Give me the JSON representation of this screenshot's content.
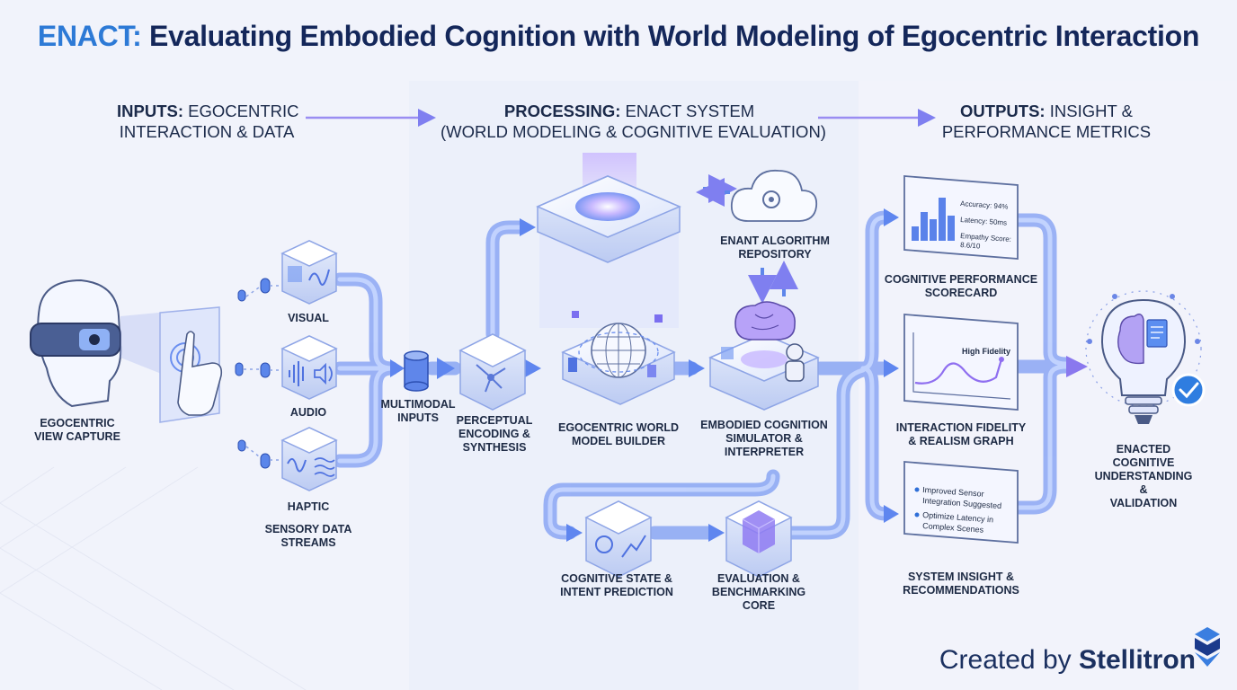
{
  "title": {
    "accent": "ENACT:",
    "main": "Evaluating Embodied Cognition with World Modeling of Egocentric Interaction"
  },
  "columns": {
    "inputs": {
      "bold": "INPUTS:",
      "line1": "EGOCENTRIC",
      "line2": "INTERACTION & DATA"
    },
    "processing": {
      "bold": "PROCESSING:",
      "line1": "ENACT SYSTEM",
      "line2": "(WORLD MODELING & COGNITIVE EVALUATION)"
    },
    "outputs": {
      "bold": "OUTPUTS:",
      "line1": "INSIGHT &",
      "line2": "PERFORMANCE METRICS"
    }
  },
  "nodes": {
    "egocentric_capture": "EGOCENTRIC\nVIEW CAPTURE",
    "visual": "VISUAL",
    "audio": "AUDIO",
    "haptic": "HAPTIC",
    "sensory_streams": "SENSORY DATA\nSTREAMS",
    "multimodal_inputs": "MULTIMODAL\nINPUTS",
    "perceptual_encoding": "PERCEPTUAL\nENCODING &\nSYNTHESIS",
    "world_model_builder": "EGOCENTRIC WORLD\nMODEL BUILDER",
    "algorithm_repository": "ENANT ALGORITHM\nREPOSITORY",
    "cognition_simulator": "EMBODIED COGNITION\nSIMULATOR &\nINTERPRETER",
    "cognitive_state": "COGNITIVE STATE &\nINTENT PREDICTION",
    "evaluation_core": "EVALUATION &\nBENCHMARKING\nCORE",
    "performance_scorecard": "COGNITIVE PERFORMANCE\nSCORECARD",
    "fidelity_graph": "INTERACTION FIDELITY\n& REALISM GRAPH",
    "system_insight": "SYSTEM INSIGHT &\nRECOMMENDATIONS",
    "enacted_understanding": "ENACTED COGNITIVE\nUNDERSTANDING &\nVALIDATION"
  },
  "scorecard": {
    "accuracy": "Accuracy: 94%",
    "latency": "Latency: 50ms",
    "empathy_label": "Empathy Score:",
    "empathy_value": "8.6/10"
  },
  "fidelity": {
    "label": "High Fidelity"
  },
  "insights": {
    "item1_line1": "Improved Sensor",
    "item1_line2": "Integration Suggested",
    "item2_line1": "Optimize Latency in",
    "item2_line2": "Complex Scenes"
  },
  "credit": {
    "prefix": "Created by",
    "brand": "Stellitron"
  },
  "colors": {
    "accent": "#2d7ad6",
    "navy": "#14275a",
    "pipe": "#5d8bf0",
    "pipe_light": "#a9c2ff",
    "violet": "#9a7cf0",
    "check": "#2f7de0"
  }
}
